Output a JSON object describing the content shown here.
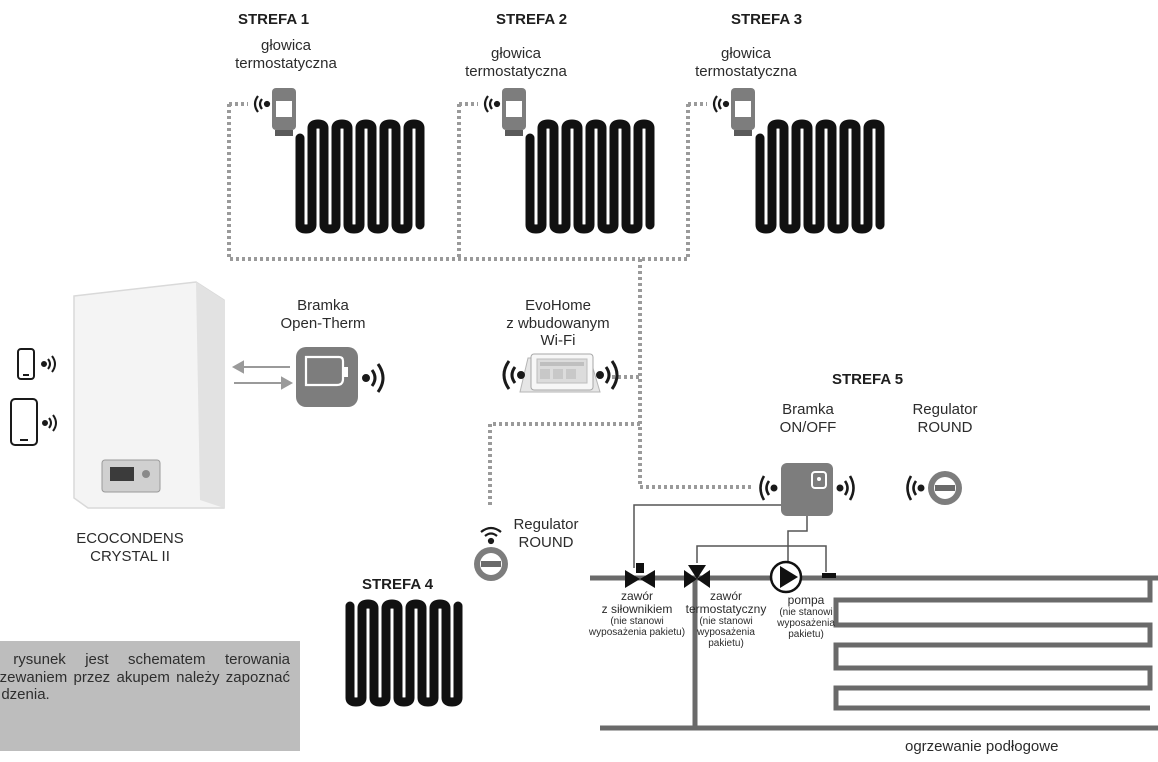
{
  "zones": {
    "z1": "STREFA 1",
    "z2": "STREFA 2",
    "z3": "STREFA 3",
    "z4": "STREFA 4",
    "z5": "STREFA 5"
  },
  "head_label": [
    "głowica",
    "termostatyczna"
  ],
  "gateway_ot": [
    "Bramka",
    "Open-Therm"
  ],
  "evohome": [
    "EvoHome",
    "z wbudowanym",
    "Wi-Fi"
  ],
  "gateway_onoff": [
    "Bramka",
    "ON/OFF"
  ],
  "regulator_round": [
    "Regulator",
    "ROUND"
  ],
  "boiler": [
    "ECOCONDENS",
    "CRYSTAL II"
  ],
  "valve_actuator": [
    "zawór",
    "z siłownikiem",
    "(nie stanowi",
    "wyposażenia pakietu)"
  ],
  "valve_thermo": [
    "zawór",
    "termostatyczny",
    "(nie stanowi",
    "wyposażenia",
    "pakietu)"
  ],
  "pump": [
    "pompa",
    "(nie stanowi",
    "wyposażenia",
    "pakietu)"
  ],
  "floor_heating": "ogrzewanie podłogowe",
  "note": "ny rysunek jest schematem terowania ogrzewaniem przez akupem należy zapoznać się dzenia.",
  "colors": {
    "radiator": "#111111",
    "device_gray": "#7d7d7d",
    "dotted_line": "#9a9a9a",
    "pipe": "#6a6a6a",
    "note_bg": "#bdbdbd"
  }
}
